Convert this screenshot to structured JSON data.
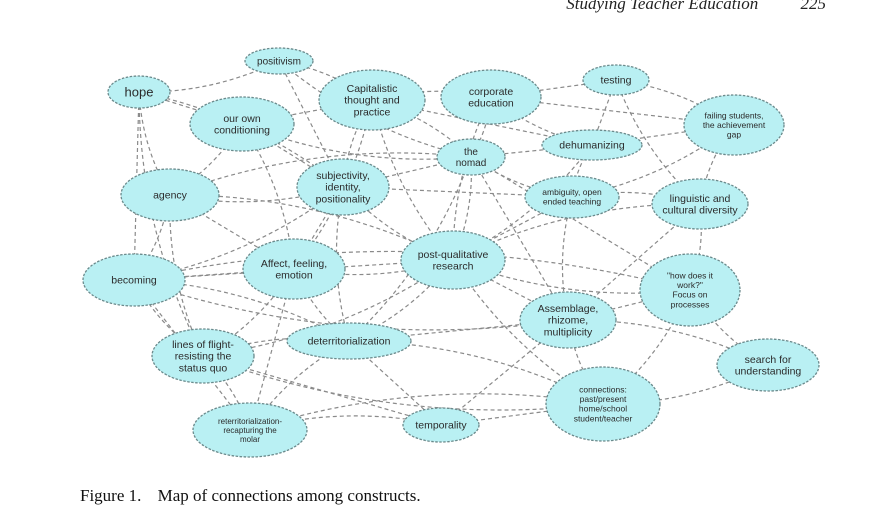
{
  "header": {
    "journal": "Studying Teacher Education",
    "page": "225"
  },
  "figure": {
    "label": "Figure 1.",
    "caption": "Map of connections among constructs."
  },
  "nodes": [
    {
      "id": "positivism",
      "label": [
        "positivism"
      ]
    },
    {
      "id": "hope",
      "label": [
        "hope"
      ]
    },
    {
      "id": "capitalistic",
      "label": [
        "Capitalistic",
        "thought and",
        "practice"
      ]
    },
    {
      "id": "corporate",
      "label": [
        "corporate",
        "education"
      ]
    },
    {
      "id": "testing",
      "label": [
        "testing"
      ]
    },
    {
      "id": "conditioning",
      "label": [
        "our own",
        "conditioning"
      ]
    },
    {
      "id": "failing",
      "label": [
        "failing students,",
        "the achievement",
        "gap"
      ]
    },
    {
      "id": "dehumanizing",
      "label": [
        "dehumanizing"
      ]
    },
    {
      "id": "nomad",
      "label": [
        "the",
        "nomad"
      ]
    },
    {
      "id": "agency",
      "label": [
        "agency"
      ]
    },
    {
      "id": "subjectivity",
      "label": [
        "subjectivity,",
        "identity,",
        "positionality"
      ]
    },
    {
      "id": "ambiguity",
      "label": [
        "ambiguity, open",
        "ended teaching"
      ]
    },
    {
      "id": "linguistic",
      "label": [
        "linguistic and",
        "cultural diversity"
      ]
    },
    {
      "id": "postqual",
      "label": [
        "post-qualitative",
        "research"
      ]
    },
    {
      "id": "affect",
      "label": [
        "Affect, feeling,",
        "emotion"
      ]
    },
    {
      "id": "becoming",
      "label": [
        "becoming"
      ]
    },
    {
      "id": "howdoes",
      "label": [
        "\"how does it",
        "work?\"",
        "Focus on",
        "processes"
      ]
    },
    {
      "id": "assemblage",
      "label": [
        "Assemblage,",
        "rhizome,",
        "multiplicity"
      ]
    },
    {
      "id": "deterr",
      "label": [
        "deterritorialization"
      ]
    },
    {
      "id": "lines",
      "label": [
        "lines of flight-",
        "resisting the",
        "status quo"
      ]
    },
    {
      "id": "search",
      "label": [
        "search for",
        "understanding"
      ]
    },
    {
      "id": "connections",
      "label": [
        "connections:",
        "past/present",
        "home/school",
        "student/teacher"
      ]
    },
    {
      "id": "reterr",
      "label": [
        "reterritorialization-",
        "recapturing the",
        "molar"
      ]
    },
    {
      "id": "temporality",
      "label": [
        "temporality"
      ]
    }
  ],
  "edges": [
    [
      "positivism",
      "capitalistic"
    ],
    [
      "positivism",
      "subjectivity"
    ],
    [
      "positivism",
      "nomad"
    ],
    [
      "positivism",
      "hope"
    ],
    [
      "hope",
      "conditioning"
    ],
    [
      "hope",
      "agency"
    ],
    [
      "hope",
      "subjectivity"
    ],
    [
      "hope",
      "becoming"
    ],
    [
      "hope",
      "lines"
    ],
    [
      "capitalistic",
      "corporate"
    ],
    [
      "capitalistic",
      "conditioning"
    ],
    [
      "capitalistic",
      "subjectivity"
    ],
    [
      "capitalistic",
      "nomad"
    ],
    [
      "capitalistic",
      "dehumanizing"
    ],
    [
      "capitalistic",
      "postqual"
    ],
    [
      "capitalistic",
      "affect"
    ],
    [
      "corporate",
      "testing"
    ],
    [
      "corporate",
      "dehumanizing"
    ],
    [
      "corporate",
      "nomad"
    ],
    [
      "corporate",
      "failing"
    ],
    [
      "corporate",
      "postqual"
    ],
    [
      "testing",
      "failing"
    ],
    [
      "testing",
      "dehumanizing"
    ],
    [
      "testing",
      "linguistic"
    ],
    [
      "conditioning",
      "agency"
    ],
    [
      "conditioning",
      "subjectivity"
    ],
    [
      "conditioning",
      "nomad"
    ],
    [
      "conditioning",
      "affect"
    ],
    [
      "failing",
      "dehumanizing"
    ],
    [
      "failing",
      "linguistic"
    ],
    [
      "failing",
      "ambiguity"
    ],
    [
      "dehumanizing",
      "nomad"
    ],
    [
      "dehumanizing",
      "ambiguity"
    ],
    [
      "dehumanizing",
      "postqual"
    ],
    [
      "nomad",
      "subjectivity"
    ],
    [
      "nomad",
      "ambiguity"
    ],
    [
      "nomad",
      "postqual"
    ],
    [
      "nomad",
      "assemblage"
    ],
    [
      "nomad",
      "agency"
    ],
    [
      "nomad",
      "deterr"
    ],
    [
      "nomad",
      "howdoes"
    ],
    [
      "agency",
      "subjectivity"
    ],
    [
      "agency",
      "becoming"
    ],
    [
      "agency",
      "affect"
    ],
    [
      "agency",
      "lines"
    ],
    [
      "agency",
      "postqual"
    ],
    [
      "subjectivity",
      "affect"
    ],
    [
      "subjectivity",
      "postqual"
    ],
    [
      "subjectivity",
      "becoming"
    ],
    [
      "subjectivity",
      "ambiguity"
    ],
    [
      "subjectivity",
      "deterr"
    ],
    [
      "ambiguity",
      "linguistic"
    ],
    [
      "ambiguity",
      "postqual"
    ],
    [
      "ambiguity",
      "assemblage"
    ],
    [
      "linguistic",
      "howdoes"
    ],
    [
      "linguistic",
      "assemblage"
    ],
    [
      "linguistic",
      "postqual"
    ],
    [
      "postqual",
      "affect"
    ],
    [
      "postqual",
      "assemblage"
    ],
    [
      "postqual",
      "howdoes"
    ],
    [
      "postqual",
      "deterr"
    ],
    [
      "postqual",
      "becoming"
    ],
    [
      "postqual",
      "connections"
    ],
    [
      "postqual",
      "lines"
    ],
    [
      "affect",
      "becoming"
    ],
    [
      "affect",
      "deterr"
    ],
    [
      "affect",
      "lines"
    ],
    [
      "affect",
      "reterr"
    ],
    [
      "becoming",
      "lines"
    ],
    [
      "becoming",
      "deterr"
    ],
    [
      "becoming",
      "reterr"
    ],
    [
      "becoming",
      "assemblage"
    ],
    [
      "becoming",
      "howdoes"
    ],
    [
      "howdoes",
      "assemblage"
    ],
    [
      "howdoes",
      "search"
    ],
    [
      "howdoes",
      "connections"
    ],
    [
      "assemblage",
      "deterr"
    ],
    [
      "assemblage",
      "connections"
    ],
    [
      "assemblage",
      "search"
    ],
    [
      "assemblage",
      "temporality"
    ],
    [
      "deterr",
      "lines"
    ],
    [
      "deterr",
      "connections"
    ],
    [
      "deterr",
      "temporality"
    ],
    [
      "deterr",
      "reterr"
    ],
    [
      "lines",
      "reterr"
    ],
    [
      "lines",
      "temporality"
    ],
    [
      "lines",
      "connections"
    ],
    [
      "search",
      "connections"
    ],
    [
      "connections",
      "temporality"
    ],
    [
      "connections",
      "reterr"
    ],
    [
      "reterr",
      "temporality"
    ]
  ]
}
